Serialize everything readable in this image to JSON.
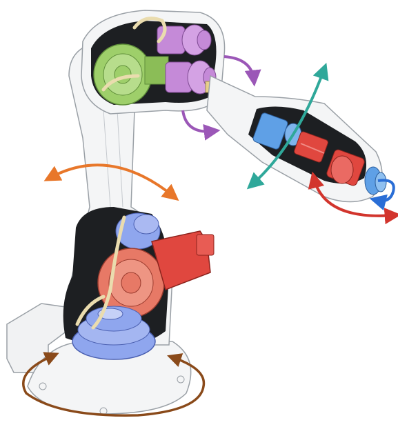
{
  "diagram": {
    "colors": {
      "background": "#ffffff",
      "body_fill": "#f4f5f6",
      "body_stroke": "#9aa0a6",
      "cavity": "#1d1f22",
      "motor_green": "#9ecf6a",
      "motor_purple": "#c58ad8",
      "motor_blue": "#5fa0e6",
      "motor_red": "#e0473f",
      "motor_salmon": "#e77966",
      "motor_light_blue": "#8fa6ee",
      "cable_tan": "#eadcae",
      "arrow_orange": "#e8772a",
      "arrow_teal": "#2fa89a",
      "arrow_purple": "#9b57b7",
      "arrow_red": "#d2352d",
      "arrow_blue": "#2a6ed6",
      "arrow_brown": "#8a4a1a"
    },
    "rotation_arrows": [
      {
        "axis": "base",
        "icon": "rotate-arrow-icon",
        "color": "brown"
      },
      {
        "axis": "lower-arm",
        "icon": "swing-arrow-icon",
        "color": "orange"
      },
      {
        "axis": "upper-arm",
        "icon": "swing-arrow-icon",
        "color": "teal"
      },
      {
        "axis": "elbow",
        "icon": "rotate-arrow-icon",
        "color": "purple"
      },
      {
        "axis": "wrist",
        "icon": "rotate-arrow-icon",
        "color": "red"
      },
      {
        "axis": "flange",
        "icon": "rotate-arrow-icon",
        "color": "blue"
      }
    ]
  }
}
